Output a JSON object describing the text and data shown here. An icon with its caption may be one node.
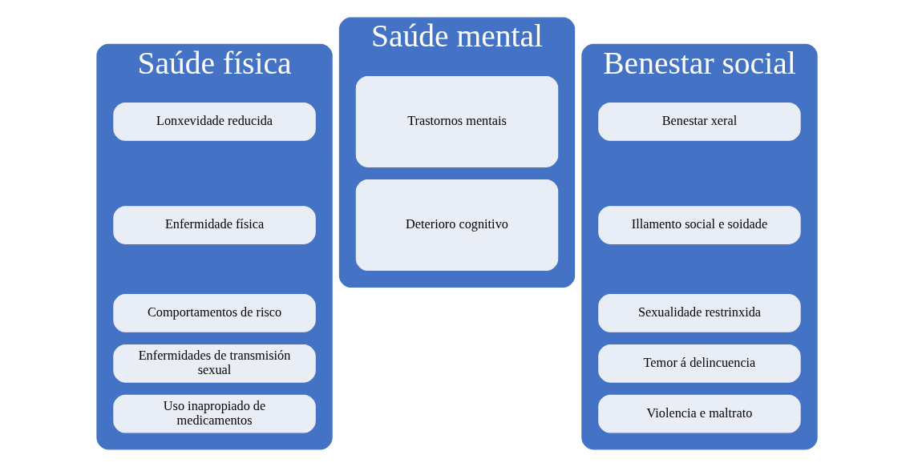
{
  "diagram": {
    "nodes": [
      {
        "text": [
          "Saúde física"
        ]
      },
      {
        "text": [
          "Lonxevidade reducida"
        ],
        "in": 0
      },
      {
        "text": [
          "Enfermidade física"
        ],
        "in": 0
      },
      {
        "text": [
          "Comportamentos de risco"
        ],
        "in": 0
      },
      {
        "text": [
          "Enfermidades de transmisión sexual"
        ],
        "in": 0
      },
      {
        "text": [
          "Uso inapropiado de medicamentos"
        ],
        "in": 0
      },
      {
        "text": [
          "Saúde mental"
        ]
      },
      {
        "text": [
          "Trastornos mentais"
        ],
        "in": 6
      },
      {
        "text": [
          "Deterioro cognitivo"
        ],
        "in": 6
      },
      {
        "text": [
          "Benestar social"
        ]
      },
      {
        "text": [
          "Benestar xeral"
        ],
        "in": 9
      },
      {
        "text": [
          "Illamento social e soidade"
        ],
        "in": 9
      },
      {
        "text": [
          "Sexualidade restrinxida"
        ],
        "in": 9
      },
      {
        "text": [
          "Temor á delincuencia"
        ],
        "in": 9
      },
      {
        "text": [
          "Violencia e maltrato"
        ],
        "in": 9
      }
    ],
    "edges": []
  }
}
